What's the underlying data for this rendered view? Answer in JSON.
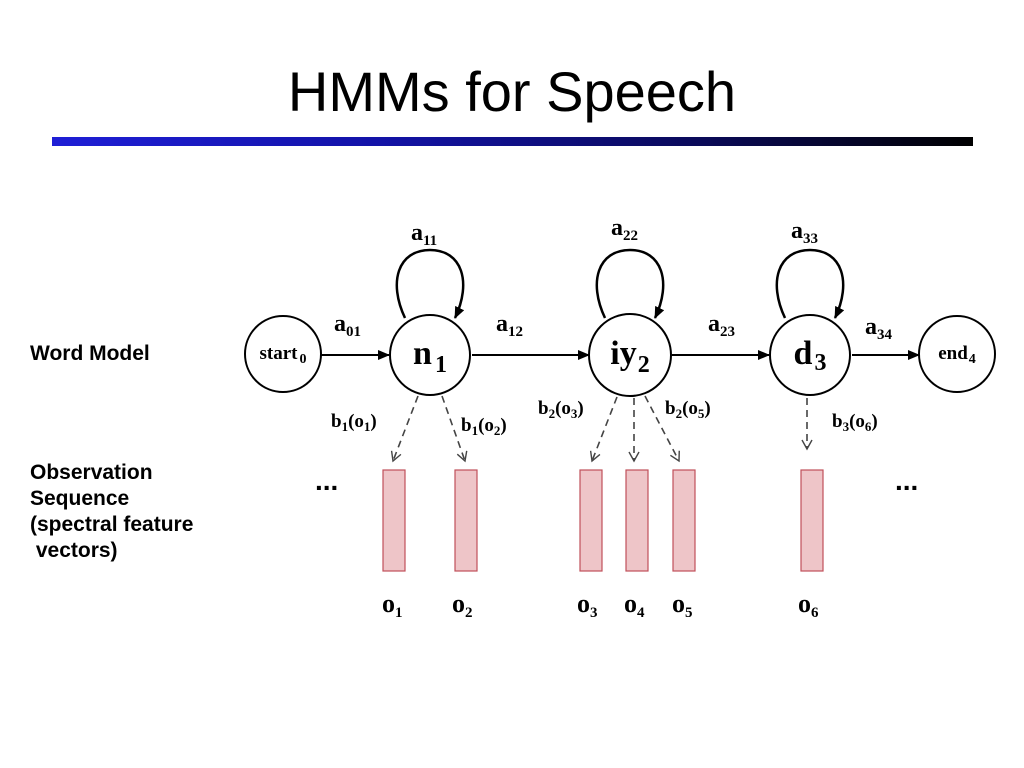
{
  "title": "HMMs for Speech",
  "colors": {
    "title_rule_start": "#1f1fd6",
    "title_rule_end": "#000000",
    "observation_fill": "#eec5c8",
    "observation_stroke": "#c0505a"
  },
  "row_labels": {
    "word_model": "Word Model",
    "observation_lines": [
      "Observation",
      "Sequence",
      "(spectral feature",
      " vectors)"
    ]
  },
  "states": {
    "start": {
      "name": "start",
      "sub": "0"
    },
    "n": {
      "name": "n",
      "sub": "1"
    },
    "iy": {
      "name": "iy",
      "sub": "2"
    },
    "d": {
      "name": "d",
      "sub": "3"
    },
    "end": {
      "name": "end",
      "sub": "4"
    }
  },
  "transitions": {
    "a11": {
      "base": "a",
      "sub": "11"
    },
    "a22": {
      "base": "a",
      "sub": "22"
    },
    "a33": {
      "base": "a",
      "sub": "33"
    },
    "a01": {
      "base": "a",
      "sub": "01"
    },
    "a12": {
      "base": "a",
      "sub": "12"
    },
    "a23": {
      "base": "a",
      "sub": "23"
    },
    "a34": {
      "base": "a",
      "sub": "34"
    }
  },
  "emissions": {
    "b1o1": {
      "b": "b",
      "bsub": "1",
      "o": "o",
      "osub": "1"
    },
    "b1o2": {
      "b": "b",
      "bsub": "1",
      "o": "o",
      "osub": "2"
    },
    "b2o3": {
      "b": "b",
      "bsub": "2",
      "o": "o",
      "osub": "3"
    },
    "b2o5": {
      "b": "b",
      "bsub": "2",
      "o": "o",
      "osub": "5"
    },
    "b3o6": {
      "b": "b",
      "bsub": "3",
      "o": "o",
      "osub": "6"
    }
  },
  "observations": {
    "o1": {
      "base": "o",
      "sub": "1"
    },
    "o2": {
      "base": "o",
      "sub": "2"
    },
    "o3": {
      "base": "o",
      "sub": "3"
    },
    "o4": {
      "base": "o",
      "sub": "4"
    },
    "o5": {
      "base": "o",
      "sub": "5"
    },
    "o6": {
      "base": "o",
      "sub": "6"
    }
  },
  "ellipsis": "..."
}
